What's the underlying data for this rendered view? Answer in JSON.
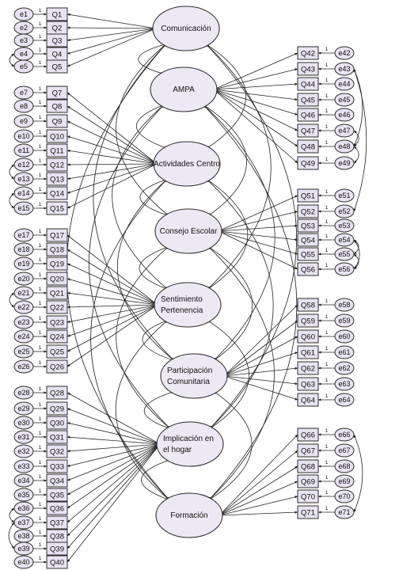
{
  "latents": [
    {
      "id": "com",
      "lines": [
        "Comunicación"
      ]
    },
    {
      "id": "ampa",
      "lines": [
        "AMPA"
      ]
    },
    {
      "id": "act",
      "lines": [
        "Actividades Centro"
      ]
    },
    {
      "id": "con",
      "lines": [
        "Consejo Escolar"
      ]
    },
    {
      "id": "sen",
      "lines": [
        "Sentimiento",
        "Pertenencia"
      ]
    },
    {
      "id": "par",
      "lines": [
        "Participación",
        "Comunitaria"
      ]
    },
    {
      "id": "imp",
      "lines": [
        "Implicación en",
        "el hogar"
      ]
    },
    {
      "id": "for",
      "lines": [
        "Formación"
      ]
    }
  ],
  "left_indicators": [
    {
      "item": "Q1",
      "error": "e1",
      "factor": "com"
    },
    {
      "item": "Q2",
      "error": "e2",
      "factor": "com"
    },
    {
      "item": "Q3",
      "error": "e3",
      "factor": "com"
    },
    {
      "item": "Q4",
      "error": "e4",
      "factor": "com"
    },
    {
      "item": "Q5",
      "error": "e5",
      "factor": "com"
    },
    {
      "item": "Q7",
      "error": "e7",
      "factor": "act"
    },
    {
      "item": "Q8",
      "error": "e8",
      "factor": "act"
    },
    {
      "item": "Q9",
      "error": "e9",
      "factor": "act"
    },
    {
      "item": "Q10",
      "error": "e10",
      "factor": "act"
    },
    {
      "item": "Q11",
      "error": "e11",
      "factor": "act"
    },
    {
      "item": "Q12",
      "error": "e12",
      "factor": "act"
    },
    {
      "item": "Q13",
      "error": "e13",
      "factor": "act"
    },
    {
      "item": "Q14",
      "error": "e14",
      "factor": "act"
    },
    {
      "item": "Q15",
      "error": "e15",
      "factor": "act"
    },
    {
      "item": "Q17",
      "error": "e17",
      "factor": "sen"
    },
    {
      "item": "Q18",
      "error": "e18",
      "factor": "sen"
    },
    {
      "item": "Q19",
      "error": "e19",
      "factor": "sen"
    },
    {
      "item": "Q20",
      "error": "e20",
      "factor": "sen"
    },
    {
      "item": "Q21",
      "error": "e21",
      "factor": "sen"
    },
    {
      "item": "Q22",
      "error": "e22",
      "factor": "sen"
    },
    {
      "item": "Q23",
      "error": "e23",
      "factor": "sen"
    },
    {
      "item": "Q24",
      "error": "e24",
      "factor": "sen"
    },
    {
      "item": "Q25",
      "error": "e25",
      "factor": "sen"
    },
    {
      "item": "Q26",
      "error": "e26",
      "factor": "sen"
    },
    {
      "item": "Q28",
      "error": "e28",
      "factor": "imp"
    },
    {
      "item": "Q29",
      "error": "e29",
      "factor": "imp"
    },
    {
      "item": "Q30",
      "error": "e30",
      "factor": "imp"
    },
    {
      "item": "Q31",
      "error": "e31",
      "factor": "imp"
    },
    {
      "item": "Q32",
      "error": "e32",
      "factor": "imp"
    },
    {
      "item": "Q33",
      "error": "e33",
      "factor": "imp"
    },
    {
      "item": "Q34",
      "error": "e34",
      "factor": "imp"
    },
    {
      "item": "Q35",
      "error": "e35",
      "factor": "imp"
    },
    {
      "item": "Q36",
      "error": "e36",
      "factor": "imp"
    },
    {
      "item": "Q37",
      "error": "e37",
      "factor": "imp"
    },
    {
      "item": "Q38",
      "error": "e38",
      "factor": "imp"
    },
    {
      "item": "Q39",
      "error": "e39",
      "factor": "imp"
    },
    {
      "item": "Q40",
      "error": "e40",
      "factor": "imp"
    }
  ],
  "right_indicators": [
    {
      "item": "Q42",
      "error": "e42",
      "factor": "ampa"
    },
    {
      "item": "Q43",
      "error": "e43",
      "factor": "ampa"
    },
    {
      "item": "Q44",
      "error": "e44",
      "factor": "ampa"
    },
    {
      "item": "Q45",
      "error": "e45",
      "factor": "ampa"
    },
    {
      "item": "Q46",
      "error": "e46",
      "factor": "ampa"
    },
    {
      "item": "Q47",
      "error": "e47",
      "factor": "ampa"
    },
    {
      "item": "Q48",
      "error": "e48",
      "factor": "ampa"
    },
    {
      "item": "Q49",
      "error": "e49",
      "factor": "ampa"
    },
    {
      "item": "Q51",
      "error": "e51",
      "factor": "con"
    },
    {
      "item": "Q52",
      "error": "e52",
      "factor": "con"
    },
    {
      "item": "Q53",
      "error": "e53",
      "factor": "con"
    },
    {
      "item": "Q54",
      "error": "e54",
      "factor": "con"
    },
    {
      "item": "Q55",
      "error": "e55",
      "factor": "con"
    },
    {
      "item": "Q56",
      "error": "e56",
      "factor": "con"
    },
    {
      "item": "Q58",
      "error": "e58",
      "factor": "par"
    },
    {
      "item": "Q59",
      "error": "e59",
      "factor": "par"
    },
    {
      "item": "Q60",
      "error": "e60",
      "factor": "par"
    },
    {
      "item": "Q61",
      "error": "e61",
      "factor": "par"
    },
    {
      "item": "Q62",
      "error": "e62",
      "factor": "par"
    },
    {
      "item": "Q63",
      "error": "e63",
      "factor": "par"
    },
    {
      "item": "Q64",
      "error": "e64",
      "factor": "par"
    },
    {
      "item": "Q66",
      "error": "e66",
      "factor": "for"
    },
    {
      "item": "Q67",
      "error": "e67",
      "factor": "for"
    },
    {
      "item": "Q68",
      "error": "e68",
      "factor": "for"
    },
    {
      "item": "Q69",
      "error": "e69",
      "factor": "for"
    },
    {
      "item": "Q70",
      "error": "e70",
      "factor": "for"
    },
    {
      "item": "Q71",
      "error": "e71",
      "factor": "for"
    }
  ],
  "fixed_loading_label": "1",
  "error_covariances": [
    [
      "e4",
      "e5"
    ],
    [
      "e12",
      "e13"
    ],
    [
      "e14",
      "e15"
    ],
    [
      "e21",
      "e22"
    ],
    [
      "e36",
      "e37"
    ],
    [
      "e37",
      "e39"
    ],
    [
      "e43",
      "e48"
    ],
    [
      "e47",
      "e48"
    ],
    [
      "e48",
      "e49"
    ],
    [
      "e43",
      "e52"
    ],
    [
      "e54",
      "e55"
    ],
    [
      "e54",
      "e56"
    ],
    [
      "e55",
      "e56"
    ],
    [
      "e66",
      "e71"
    ]
  ],
  "colors": {
    "fill": "#e7e3f1",
    "stroke": "#2d2d2d"
  }
}
